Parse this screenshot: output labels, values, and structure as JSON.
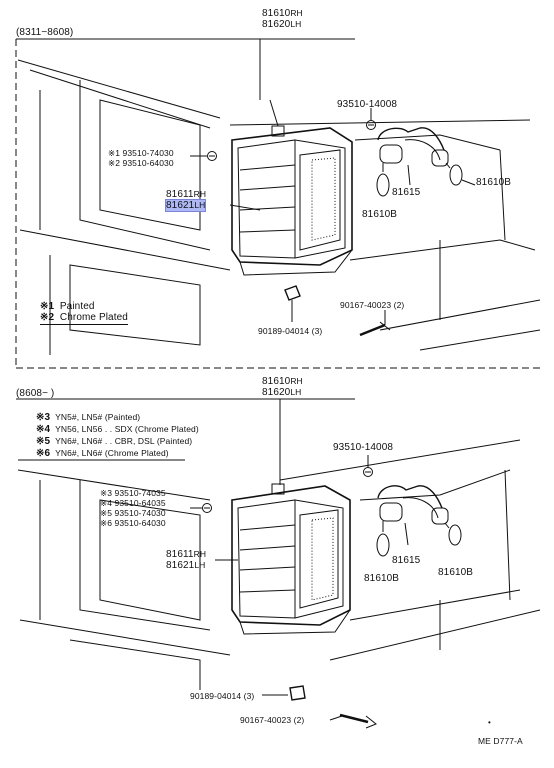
{
  "top": {
    "date_range": "(8311−8608)",
    "assy_rh": "81610",
    "assy_rh_suffix": "RH",
    "assy_lh": "81620",
    "assy_lh_suffix": "LH",
    "screw_1": "※1  93510-74030",
    "screw_2": "※2  93510-64030",
    "lens_rh": "81611",
    "lens_rh_suffix": "RH",
    "lens_lh": "81621",
    "lens_lh_suffix": "LH",
    "bracket_screw": "93510-14008",
    "socket": "81615",
    "bulb_left": "81610B",
    "bulb_right": "81610B",
    "screw_bottom": "90167-40023 (2)",
    "nut": "90189-04014 (3)",
    "legend": [
      {
        "mark": "※1",
        "text": "Painted"
      },
      {
        "mark": "※2",
        "text": "Chrome Plated"
      }
    ]
  },
  "bottom": {
    "date_range": "(8608−      )",
    "assy_rh": "81610",
    "assy_rh_suffix": "RH",
    "assy_lh": "81620",
    "assy_lh_suffix": "LH",
    "legend": [
      {
        "mark": "※3",
        "text": "YN5#, LN5# (Painted)"
      },
      {
        "mark": "※4",
        "text": "YN56, LN56 . . SDX (Chrome Plated)"
      },
      {
        "mark": "※5",
        "text": "YN6#, LN6# . . CBR, DSL (Painted)"
      },
      {
        "mark": "※6",
        "text": "YN6#, LN6# (Chrome Plated)"
      }
    ],
    "screw_3": "※3  93510-74035",
    "screw_4": "※4  93510-64035",
    "screw_5": "※5  93510-74030",
    "screw_6": "※6  93510-64030",
    "bracket_screw": "93510-14008",
    "lens_rh": "81611",
    "lens_rh_suffix": "RH",
    "lens_lh": "81621",
    "lens_lh_suffix": "LH",
    "socket": "81615",
    "bulb_left": "81610B",
    "bulb_right": "81610B",
    "nut": "90189-04014 (3)",
    "screw_bottom": "90167-40023 (2)"
  },
  "figure_id": "ME D777-A",
  "colors": {
    "ink": "#111111",
    "highlight": "#aeb8f5"
  }
}
